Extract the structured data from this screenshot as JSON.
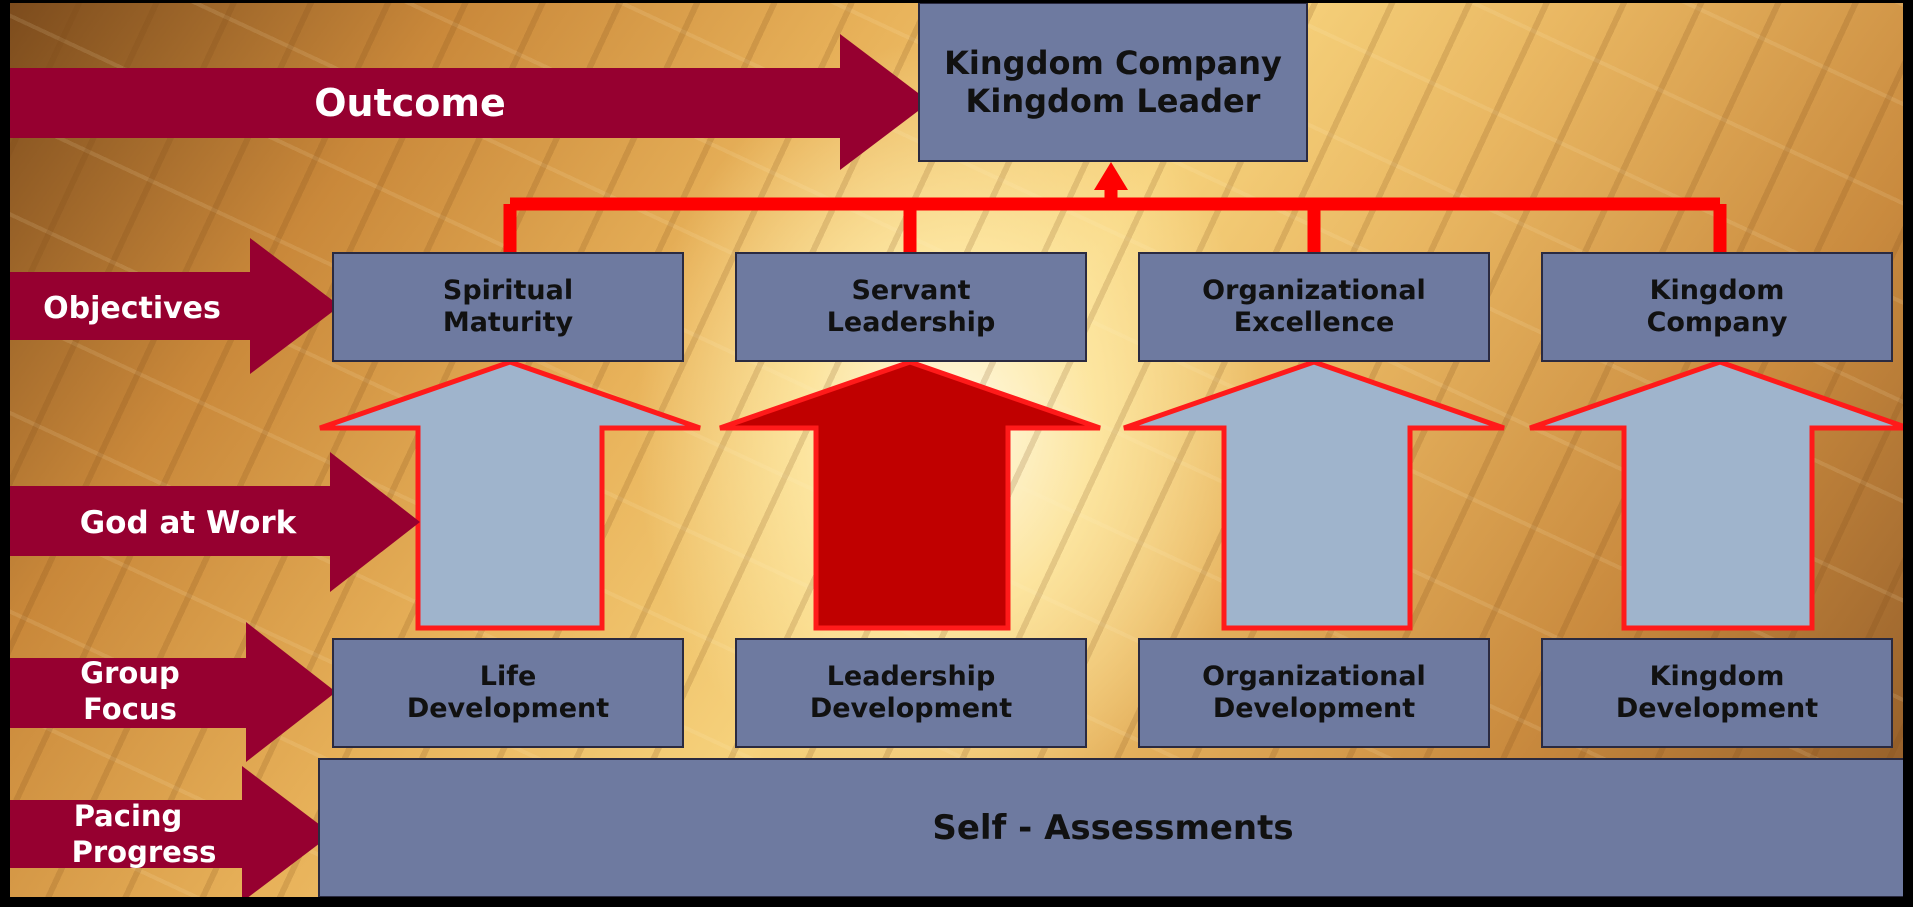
{
  "side_labels": [
    {
      "id": "outcome",
      "lines": [
        "Outcome"
      ]
    },
    {
      "id": "objectives",
      "lines": [
        "Objectives"
      ]
    },
    {
      "id": "god-at-work",
      "lines": [
        "God at Work"
      ]
    },
    {
      "id": "group-focus",
      "lines": [
        "Group",
        "Focus"
      ]
    },
    {
      "id": "pacing-progress",
      "lines": [
        "Pacing",
        "Progress"
      ]
    }
  ],
  "outcome_box": {
    "line1": "Kingdom Company",
    "line2": "Kingdom Leader"
  },
  "objectives": [
    {
      "line1": "Spiritual",
      "line2": "Maturity"
    },
    {
      "line1": "Servant",
      "line2": "Leadership"
    },
    {
      "line1": "Organizational",
      "line2": "Excellence"
    },
    {
      "line1": "Kingdom",
      "line2": "Company"
    }
  ],
  "group_focus": [
    {
      "line1": "Life",
      "line2": "Development"
    },
    {
      "line1": "Leadership",
      "line2": "Development"
    },
    {
      "line1": "Organizational",
      "line2": "Development"
    },
    {
      "line1": "Kingdom",
      "line2": "Development"
    }
  ],
  "base": {
    "label": "Self - Assessments"
  },
  "colors": {
    "label_arrow": "#960030",
    "box_fill": "#6e7aa0",
    "connector": "#ff0000",
    "up_arrow_fill": "#9fb4cc",
    "up_arrow_highlight": "#c00000"
  },
  "highlighted_arrow_index": 1
}
